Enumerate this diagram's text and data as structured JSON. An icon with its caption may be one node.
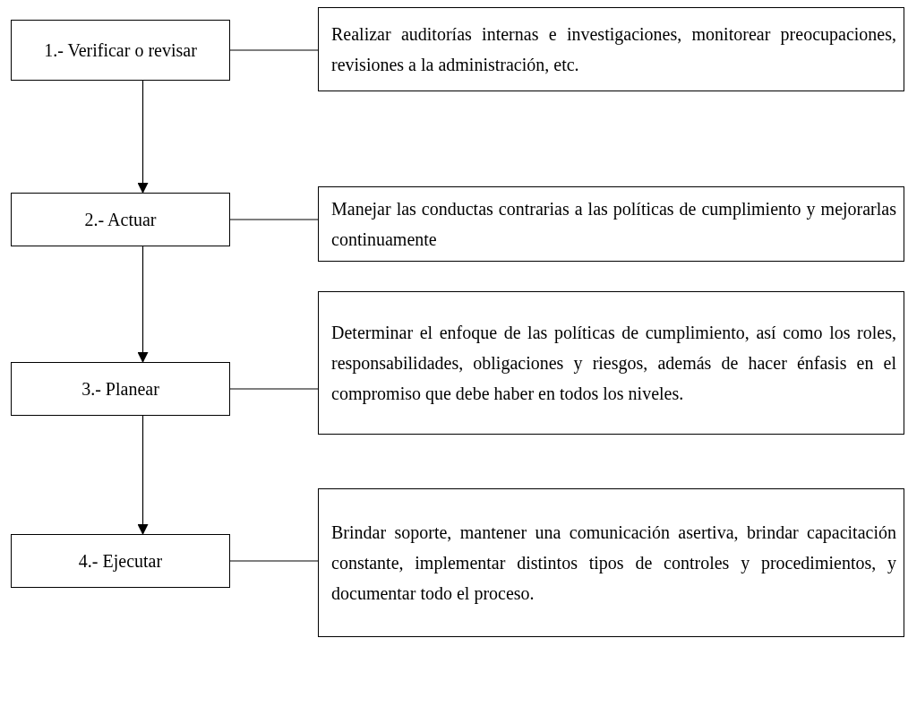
{
  "diagram": {
    "nodes": [
      {
        "text": [
          "1.- Verificar o revisar"
        ]
      },
      {
        "text": [
          "Realizar auditorías internas e investigaciones, monitorear preocupaciones, revisiones a la administración, etc."
        ]
      },
      {
        "text": [
          "2.- Actuar"
        ]
      },
      {
        "text": [
          "Manejar las conductas contrarias a las políticas de cumplimiento y mejorarlas continuamente"
        ]
      },
      {
        "text": [
          "3.- Planear"
        ]
      },
      {
        "text": [
          "Determinar el enfoque de las políticas de cumplimiento, así como los roles, responsabilidades, obligaciones y riesgos, además de hacer énfasis en el compromiso que debe haber en todos los niveles."
        ]
      },
      {
        "text": [
          "4.- Ejecutar"
        ]
      },
      {
        "text": [
          "Brindar soporte, mantener una comunicación asertiva, brindar capacitación constante, implementar distintos tipos de controles y procedimientos, y documentar todo el proceso."
        ]
      }
    ],
    "edges": [
      {
        "from": 0,
        "to": 1,
        "arrow": "none"
      },
      {
        "from": 0,
        "to": 2,
        "arrow": "to"
      },
      {
        "from": 2,
        "to": 3,
        "arrow": "none"
      },
      {
        "from": 2,
        "to": 4,
        "arrow": "to"
      },
      {
        "from": 4,
        "to": 5,
        "arrow": "none"
      },
      {
        "from": 4,
        "to": 6,
        "arrow": "to"
      },
      {
        "from": 6,
        "to": 7,
        "arrow": "none"
      }
    ]
  }
}
